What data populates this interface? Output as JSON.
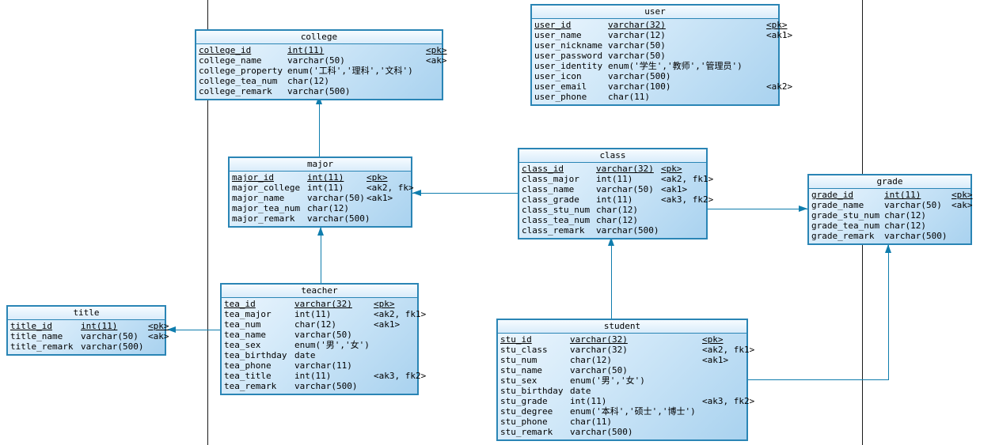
{
  "diagram": {
    "kind": "physical-data-model-er-diagram",
    "colors": {
      "table_border": "#2a85b5",
      "table_fill_light": "#eef7fe",
      "table_fill_dark": "#a9d2ef",
      "relation_line": "#0f7dad",
      "page_line": "#1a1a1a"
    },
    "tables": [
      {
        "id": "user",
        "title": "user",
        "rows": [
          {
            "name": "user_id",
            "type": "varchar(32)",
            "key": "<pk>",
            "pk": true
          },
          {
            "name": "user_name",
            "type": "varchar(12)",
            "key": "<ak1>",
            "pk": false
          },
          {
            "name": "user_nickname",
            "type": "varchar(50)",
            "key": "",
            "pk": false
          },
          {
            "name": "user_password",
            "type": "varchar(50)",
            "key": "",
            "pk": false
          },
          {
            "name": "user_identity",
            "type": "enum('学生','教师','管理员')",
            "key": "",
            "pk": false
          },
          {
            "name": "user_icon",
            "type": "varchar(500)",
            "key": "",
            "pk": false
          },
          {
            "name": "user_email",
            "type": "varchar(100)",
            "key": "<ak2>",
            "pk": false
          },
          {
            "name": "user_phone",
            "type": "char(11)",
            "key": "",
            "pk": false
          }
        ]
      },
      {
        "id": "college",
        "title": "college",
        "rows": [
          {
            "name": "college_id",
            "type": "int(11)",
            "key": "<pk>",
            "pk": true
          },
          {
            "name": "college_name",
            "type": "varchar(50)",
            "key": "<ak>",
            "pk": false
          },
          {
            "name": "college_property",
            "type": "enum('工科','理科','文科')",
            "key": "",
            "pk": false
          },
          {
            "name": "college_tea_num",
            "type": "char(12)",
            "key": "",
            "pk": false
          },
          {
            "name": "college_remark",
            "type": "varchar(500)",
            "key": "",
            "pk": false
          }
        ]
      },
      {
        "id": "major",
        "title": "major",
        "rows": [
          {
            "name": "major_id",
            "type": "int(11)",
            "key": "<pk>",
            "pk": true
          },
          {
            "name": "major_college",
            "type": "int(11)",
            "key": "<ak2, fk>",
            "pk": false
          },
          {
            "name": "major_name",
            "type": "varchar(50)",
            "key": "<ak1>",
            "pk": false
          },
          {
            "name": "major_tea_num",
            "type": "char(12)",
            "key": "",
            "pk": false
          },
          {
            "name": "major_remark",
            "type": "varchar(500)",
            "key": "",
            "pk": false
          }
        ]
      },
      {
        "id": "class",
        "title": "class",
        "rows": [
          {
            "name": "class_id",
            "type": "varchar(32)",
            "key": "<pk>",
            "pk": true
          },
          {
            "name": "class_major",
            "type": "int(11)",
            "key": "<ak2, fk1>",
            "pk": false
          },
          {
            "name": "class_name",
            "type": "varchar(50)",
            "key": "<ak1>",
            "pk": false
          },
          {
            "name": "class_grade",
            "type": "int(11)",
            "key": "<ak3, fk2>",
            "pk": false
          },
          {
            "name": "class_stu_num",
            "type": "char(12)",
            "key": "",
            "pk": false
          },
          {
            "name": "class_tea_num",
            "type": "char(12)",
            "key": "",
            "pk": false
          },
          {
            "name": "class_remark",
            "type": "varchar(500)",
            "key": "",
            "pk": false
          }
        ]
      },
      {
        "id": "grade",
        "title": "grade",
        "rows": [
          {
            "name": "grade_id",
            "type": "int(11)",
            "key": "<pk>",
            "pk": true
          },
          {
            "name": "grade_name",
            "type": "varchar(50)",
            "key": "<ak>",
            "pk": false
          },
          {
            "name": "grade_stu_num",
            "type": "char(12)",
            "key": "",
            "pk": false
          },
          {
            "name": "grade_tea_num",
            "type": "char(12)",
            "key": "",
            "pk": false
          },
          {
            "name": "grade_remark",
            "type": "varchar(500)",
            "key": "",
            "pk": false
          }
        ]
      },
      {
        "id": "teacher",
        "title": "teacher",
        "rows": [
          {
            "name": "tea_id",
            "type": "varchar(32)",
            "key": "<pk>",
            "pk": true
          },
          {
            "name": "tea_major",
            "type": "int(11)",
            "key": "<ak2, fk1>",
            "pk": false
          },
          {
            "name": "tea_num",
            "type": "char(12)",
            "key": "<ak1>",
            "pk": false
          },
          {
            "name": "tea_name",
            "type": "varchar(50)",
            "key": "",
            "pk": false
          },
          {
            "name": "tea_sex",
            "type": "enum('男','女')",
            "key": "",
            "pk": false
          },
          {
            "name": "tea_birthday",
            "type": "date",
            "key": "",
            "pk": false
          },
          {
            "name": "tea_phone",
            "type": "varchar(11)",
            "key": "",
            "pk": false
          },
          {
            "name": "tea_title",
            "type": "int(11)",
            "key": "<ak3, fk2>",
            "pk": false
          },
          {
            "name": "tea_remark",
            "type": "varchar(500)",
            "key": "",
            "pk": false
          }
        ]
      },
      {
        "id": "title",
        "title": "title",
        "rows": [
          {
            "name": "title_id",
            "type": "int(11)",
            "key": "<pk>",
            "pk": true
          },
          {
            "name": "title_name",
            "type": "varchar(50)",
            "key": "<ak>",
            "pk": false
          },
          {
            "name": "title_remark",
            "type": "varchar(500)",
            "key": "",
            "pk": false
          }
        ]
      },
      {
        "id": "student",
        "title": "student",
        "rows": [
          {
            "name": "stu_id",
            "type": "varchar(32)",
            "key": "<pk>",
            "pk": true
          },
          {
            "name": "stu_class",
            "type": "varchar(32)",
            "key": "<ak2, fk1>",
            "pk": false
          },
          {
            "name": "stu_num",
            "type": "char(12)",
            "key": "<ak1>",
            "pk": false
          },
          {
            "name": "stu_name",
            "type": "varchar(50)",
            "key": "",
            "pk": false
          },
          {
            "name": "stu_sex",
            "type": "enum('男','女')",
            "key": "",
            "pk": false
          },
          {
            "name": "stu_birthday",
            "type": "date",
            "key": "",
            "pk": false
          },
          {
            "name": "stu_grade",
            "type": "int(11)",
            "key": "<ak3, fk2>",
            "pk": false
          },
          {
            "name": "stu_degree",
            "type": "enum('本科','硕士','博士')",
            "key": "",
            "pk": false
          },
          {
            "name": "stu_phone",
            "type": "char(11)",
            "key": "",
            "pk": false
          },
          {
            "name": "stu_remark",
            "type": "varchar(500)",
            "key": "",
            "pk": false
          }
        ]
      }
    ],
    "relations": [
      {
        "from": "major",
        "to": "college"
      },
      {
        "from": "teacher",
        "to": "major"
      },
      {
        "from": "class",
        "to": "major"
      },
      {
        "from": "class",
        "to": "grade"
      },
      {
        "from": "student",
        "to": "class"
      },
      {
        "from": "student",
        "to": "grade"
      },
      {
        "from": "teacher",
        "to": "title"
      }
    ]
  }
}
